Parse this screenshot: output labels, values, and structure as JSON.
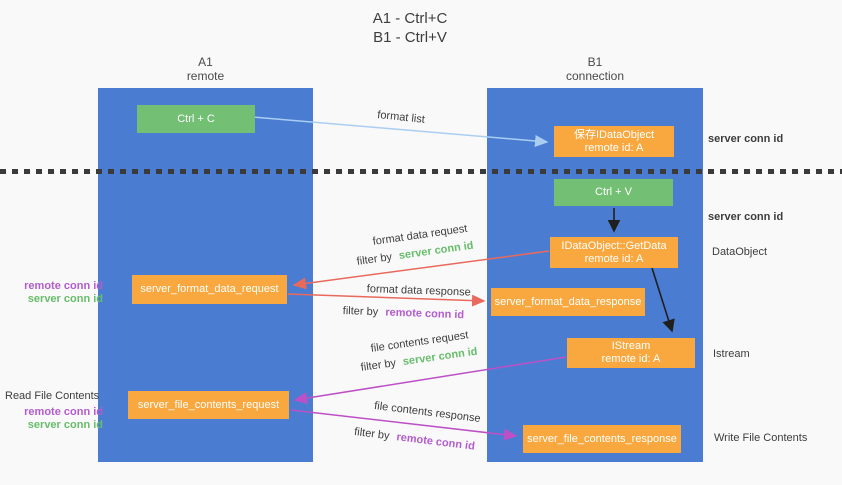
{
  "title": {
    "line1": "A1 - Ctrl+C",
    "line2": "B1 - Ctrl+V"
  },
  "lanes": {
    "left": {
      "name": "A1",
      "subtitle": "remote"
    },
    "right": {
      "name": "B1",
      "subtitle": "connection"
    }
  },
  "nodes": {
    "ctrl_c": {
      "label": "Ctrl + C"
    },
    "ctrl_v": {
      "label": "Ctrl + V"
    },
    "save_dataobject": {
      "line1": "保存IDataObject",
      "line2": "remote id: A"
    },
    "getdata": {
      "line1": "IDataObject::GetData",
      "line2": "remote id: A"
    },
    "istream": {
      "line1": "IStream",
      "line2": "remote id: A"
    },
    "format_request": {
      "label": "server_format_data_request"
    },
    "format_response": {
      "label": "server_format_data_response"
    },
    "file_request": {
      "label": "server_file_contents_request"
    },
    "file_response": {
      "label": "server_file_contents_response"
    }
  },
  "edge_labels": {
    "format_list": "format list",
    "format_data_request": "format data request",
    "format_data_response": "format data response",
    "file_contents_request": "file contents request",
    "file_contents_response": "file contents response",
    "filter_by": "filter by"
  },
  "annotations": {
    "server_conn_id": "server conn id",
    "remote_conn_id": "remote conn id",
    "dataobject": "DataObject",
    "istream": "Istream",
    "read_file_contents": "Read File Contents",
    "write_file_contents": "Write File Contents"
  },
  "colors": {
    "lane_blue": "#4a7dd2",
    "node_green": "#73bf74",
    "node_orange": "#f8a83e",
    "arrow_red": "#e9695c",
    "arrow_magenta": "#bd50c6",
    "arrow_lightblue": "#aacdf2",
    "arrow_black": "#1f1f1f",
    "text_green": "#67bd6b",
    "text_purple": "#b45ccd"
  }
}
